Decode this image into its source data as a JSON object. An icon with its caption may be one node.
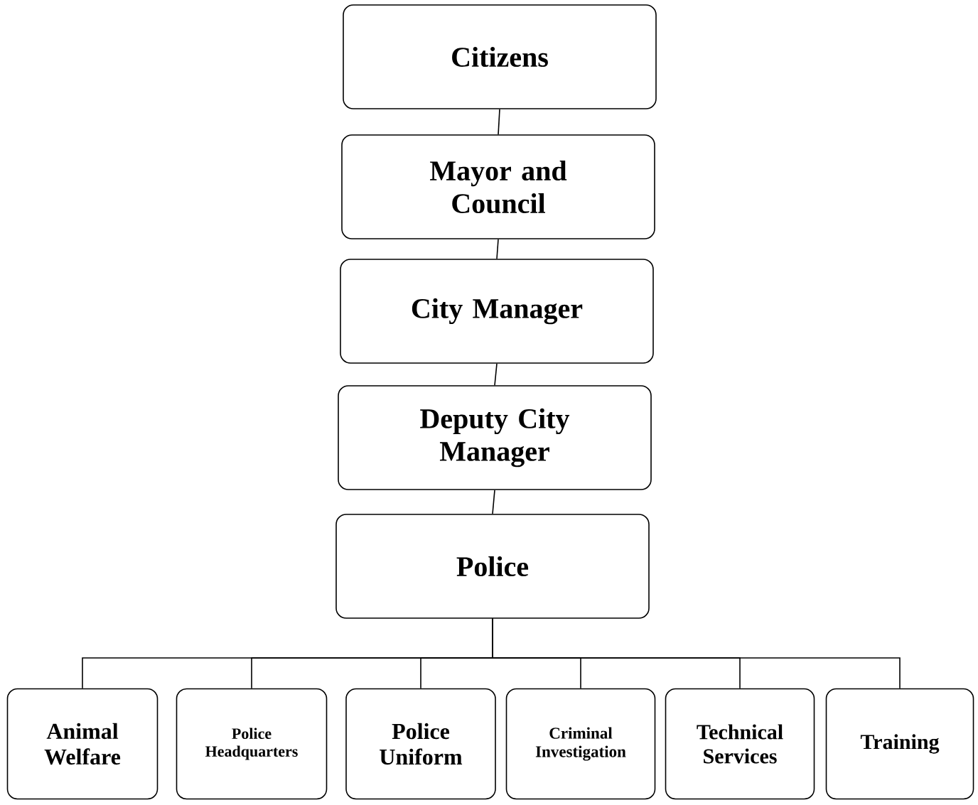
{
  "diagram": {
    "nodes": [
      {
        "text": [
          "Citizens"
        ]
      },
      {
        "text": [
          "Mayor and Council"
        ]
      },
      {
        "text": [
          "City Manager"
        ]
      },
      {
        "text": [
          "Deputy City Manager"
        ]
      },
      {
        "text": [
          "Police"
        ]
      },
      {
        "text": [
          "Animal Welfare"
        ]
      },
      {
        "text": [
          "Police Headquarters"
        ]
      },
      {
        "text": [
          "Police Uniform"
        ]
      },
      {
        "text": [
          "Criminal Investigation"
        ]
      },
      {
        "text": [
          "Technical Services"
        ]
      },
      {
        "text": [
          "Training"
        ]
      }
    ],
    "edges": [
      {
        "from": 0,
        "to": 1,
        "arrow": "none"
      },
      {
        "from": 1,
        "to": 2,
        "arrow": "none"
      },
      {
        "from": 2,
        "to": 3,
        "arrow": "none"
      },
      {
        "from": 3,
        "to": 4,
        "arrow": "none"
      },
      {
        "from": 4,
        "to": 5,
        "arrow": "none"
      },
      {
        "from": 4,
        "to": 6,
        "arrow": "none"
      },
      {
        "from": 4,
        "to": 7,
        "arrow": "none"
      },
      {
        "from": 4,
        "to": 8,
        "arrow": "none"
      },
      {
        "from": 4,
        "to": 9,
        "arrow": "none"
      },
      {
        "from": 4,
        "to": 10,
        "arrow": "none"
      }
    ]
  }
}
